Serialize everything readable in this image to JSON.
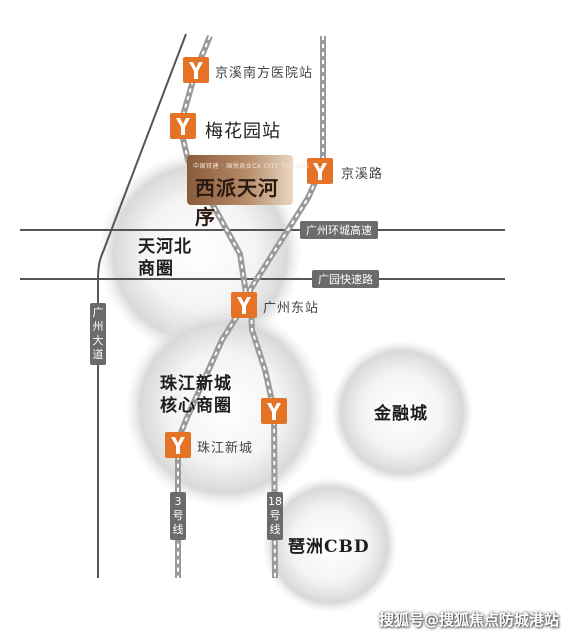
{
  "project": {
    "subtitle": "中国铁建 · 国悦商业CX  CITY THRONE",
    "name": "西派天河序"
  },
  "stations": {
    "jingxi_nanfang": "京溪南方医院站",
    "meihuayuan": "梅花园站",
    "jingxilu": "京溪路",
    "guangzhou_east": "广州东站",
    "zhujiang_xincheng": "珠江新城"
  },
  "roads": {
    "ring": "广州环城高速",
    "expressway": "广园快速路",
    "avenue": "广州大道"
  },
  "lines": {
    "line3": "3号线",
    "line18": "18号线"
  },
  "districts": {
    "tianhe_north_1": "天河北",
    "tianhe_north_2": "商圈",
    "zhujiang_core_1": "珠江新城",
    "zhujiang_core_2": "核心商圈",
    "finance": "金融城",
    "pazhou": "琶洲CBD"
  },
  "watermark": "搜狐号@搜狐焦点防城港站",
  "colors": {
    "metro": "#e57325",
    "road_tag": "#6b6b6b",
    "rail": "#9a9a9a"
  }
}
